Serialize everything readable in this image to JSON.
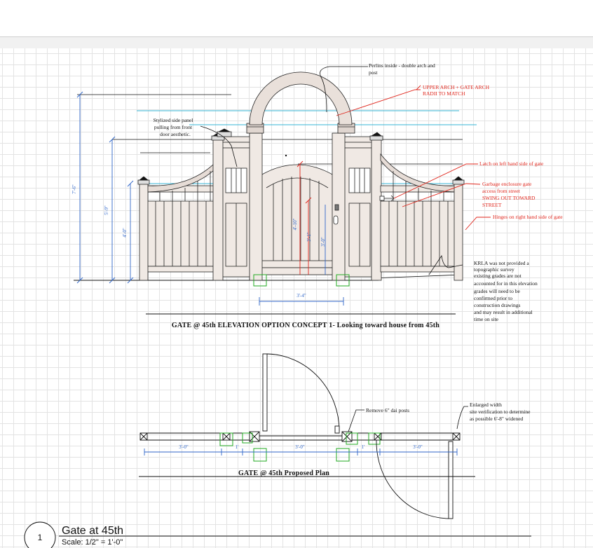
{
  "elevation": {
    "notes": {
      "perlins": [
        "Perlins inside - double arch and",
        "post"
      ],
      "side_panel": [
        "Stylized side panel",
        "pulling from front",
        "door aesthetic."
      ],
      "krla": [
        "KRLA was not provided a",
        "topographic survey",
        "existing grades are not",
        "accounted for in this elevation",
        "grades will need to be",
        "confirmed prior to",
        "construction drawings",
        "and may result in additional",
        "time on site"
      ]
    },
    "red_notes": {
      "arch_radii": [
        "UPPER ARCH + GATE ARCH",
        "RADII TO MATCH"
      ],
      "latch": "Latch on  left hand side of gate",
      "garbage": [
        "Garbage enclosure gate",
        "access from street"
      ],
      "swing": [
        "SWING OUT TOWARD",
        "STREET"
      ],
      "hinges": "Hinges on right hand side of gate"
    },
    "dims": {
      "overall_height": "7'-6\"",
      "post_height": "5'-9\"",
      "fence_height": "4'-0\"",
      "gate_leaf": "4'-10\"",
      "gate_lower": "3'-1\"",
      "latch_height": "3'-0\"",
      "opening_width": "3'-4\""
    },
    "caption": "GATE @ 45th ELEVATION OPTION CONCEPT 1- Looking toward house from 45th"
  },
  "plan": {
    "notes": {
      "remove_posts": "Remove 6\" dai posts",
      "enlarged": [
        "Enlarged width",
        "site verification to determine",
        "as possible 6'-8\" widened"
      ]
    },
    "dims": {
      "left": "3'-0\"",
      "left_small": "1'",
      "center": "3'-0\"",
      "right_small": "1'",
      "right": "3'-0\""
    },
    "caption": "GATE @ 45th Proposed Plan"
  },
  "sheet": {
    "number": "1",
    "title": "Gate at 45th",
    "scale": "Scale: 1/2\" = 1'-0\""
  },
  "colors": {
    "dimension": "#2f66c9",
    "redline": "#e0251b",
    "vinyl": "#f0e9e4",
    "cyan_guide": "#36b6d6",
    "new_post": "#22aa22"
  }
}
